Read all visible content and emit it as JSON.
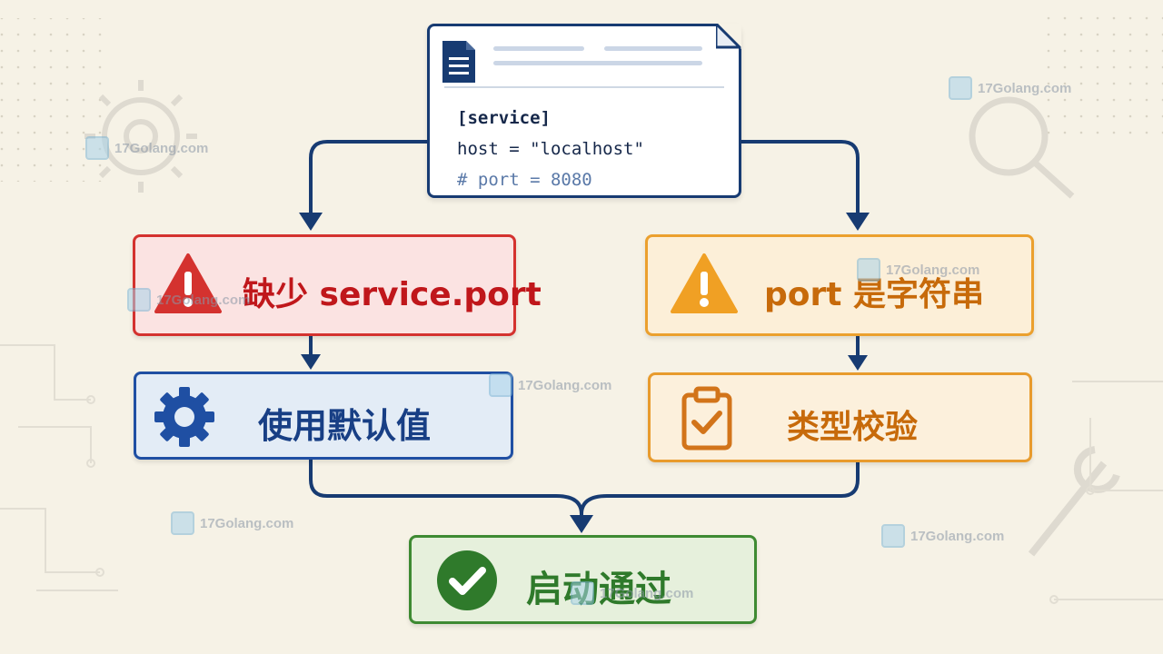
{
  "config_file": {
    "section_line": "[service]",
    "host_line": "host = \"localhost\"",
    "comment_line": "# port = 8080"
  },
  "nodes": {
    "missing_port": {
      "label": "缺少 service.port",
      "icon": "warning-icon",
      "color": "#d4322f"
    },
    "port_is_string": {
      "label": "port 是字符串",
      "icon": "warning-icon",
      "color": "#eba02e"
    },
    "use_default": {
      "label": "使用默认值",
      "icon": "gear-icon",
      "color": "#1f4fa3"
    },
    "type_check": {
      "label": "类型校验",
      "icon": "clipboard-check-icon",
      "color": "#e89b2d"
    },
    "startup_pass": {
      "label": "启动通过",
      "icon": "check-circle-icon",
      "color": "#3e8a32"
    }
  },
  "watermark": {
    "text": "17Golang.com"
  }
}
